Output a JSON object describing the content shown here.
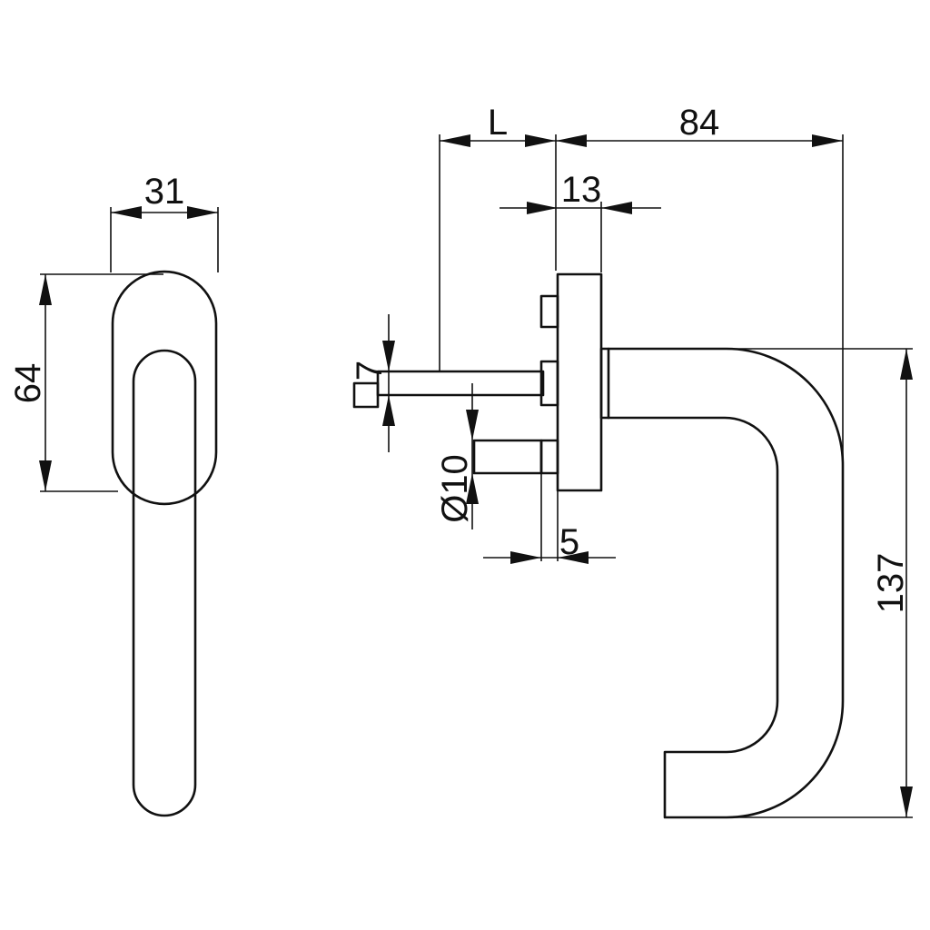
{
  "dimensions": {
    "front_width": "31",
    "front_height": "64",
    "spindle_length": "L",
    "projection": "84",
    "rose_thickness": "13",
    "spindle_square": "7",
    "screw_diameter": "Ø10",
    "screw_offset": "5",
    "lever_height": "137"
  },
  "colors": {
    "line": "#111111",
    "background": "#ffffff"
  }
}
